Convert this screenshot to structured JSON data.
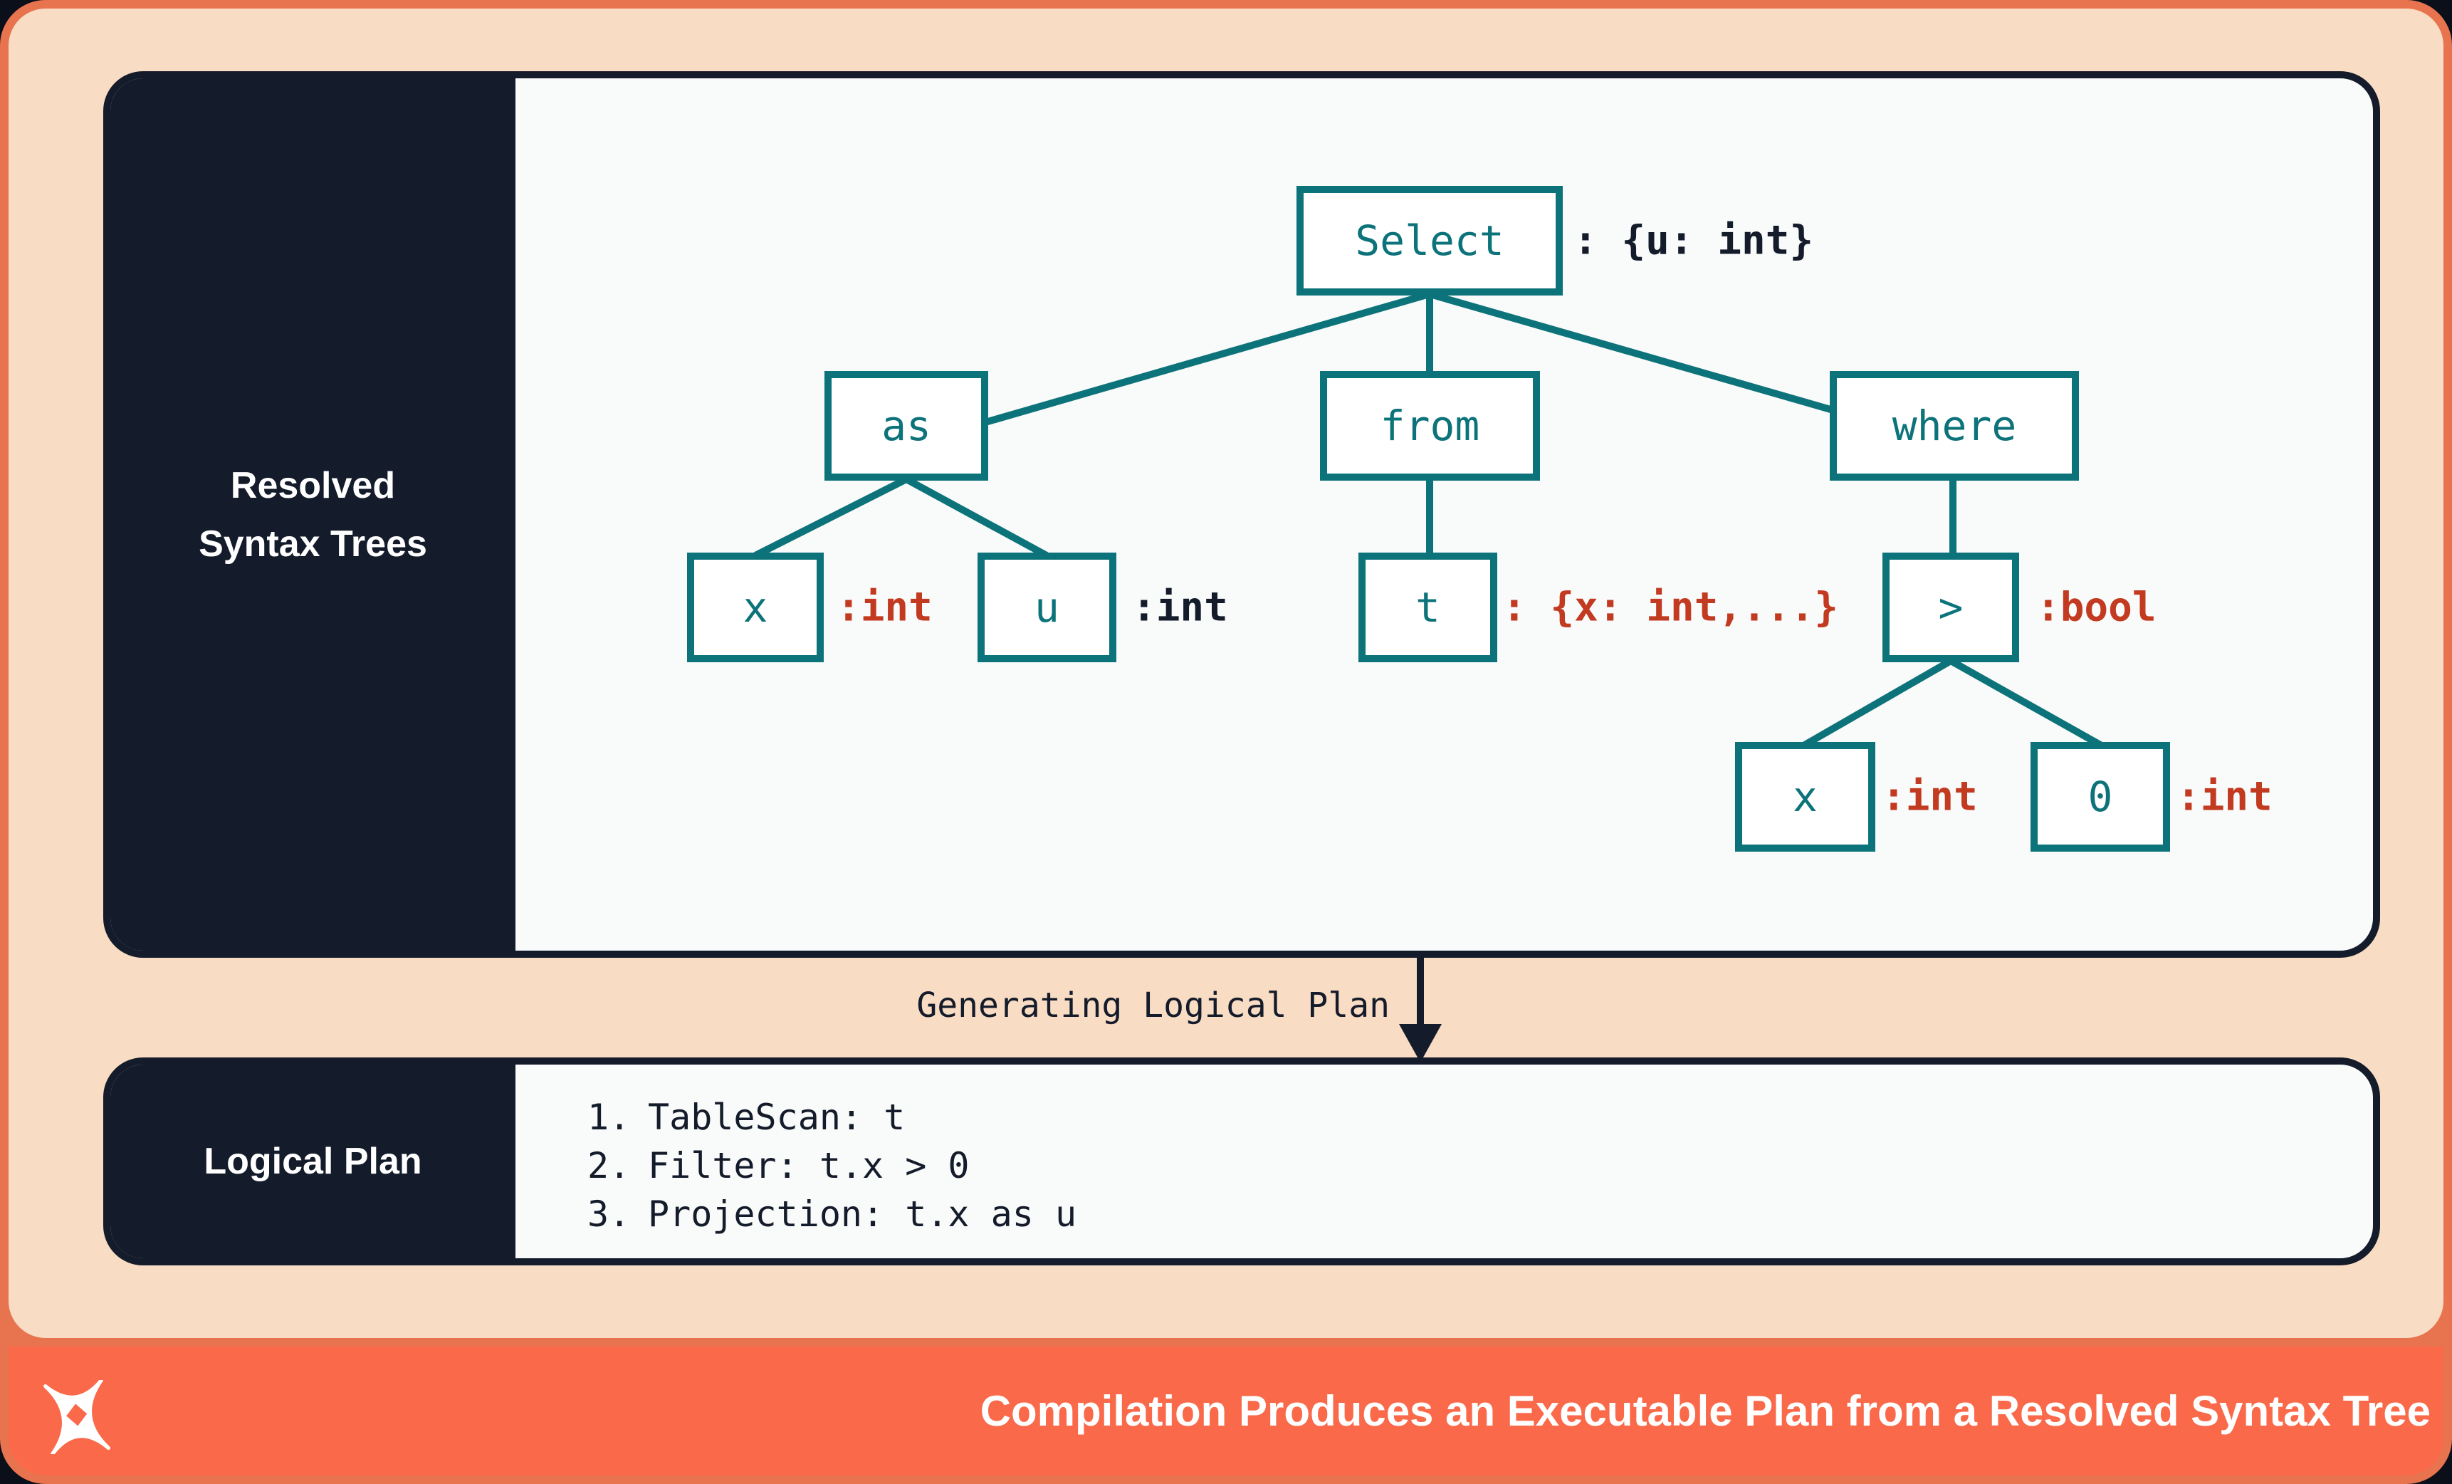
{
  "colors": {
    "frame_orange": "#e8734f",
    "footer_orange": "#f9694a",
    "peach": "#f8dcc3",
    "navy": "#141b2a",
    "content_bg": "#f9fafa",
    "teal": "#0d737a",
    "red": "#c23a20",
    "white": "#ffffff"
  },
  "resolved_panel": {
    "sidebar_title_line1": "Resolved",
    "sidebar_title_line2": "Syntax Trees",
    "tree_nodes": {
      "select": {
        "label": "Select",
        "type": ": {u: int}"
      },
      "as": {
        "label": "as"
      },
      "from": {
        "label": "from"
      },
      "where": {
        "label": "where"
      },
      "x_as": {
        "label": "x",
        "type": ":int"
      },
      "u_as": {
        "label": "u",
        "type": ":int"
      },
      "t_from": {
        "label": "t",
        "type": ": {x: int,...}"
      },
      "gt": {
        "label": ">",
        "type": ":bool"
      },
      "x_gt": {
        "label": "x",
        "type": ":int"
      },
      "zero_gt": {
        "label": "0",
        "type": ":int"
      }
    }
  },
  "transition": {
    "label": "Generating Logical Plan"
  },
  "logical_plan_panel": {
    "sidebar_title": "Logical Plan",
    "steps": [
      {
        "num": "1.",
        "text": "TableScan: t"
      },
      {
        "num": "2.",
        "text": "Filter: t.x > 0"
      },
      {
        "num": "3.",
        "text": "Projection: t.x as u"
      }
    ]
  },
  "footer": {
    "logo": "four-point-star-logo",
    "title": "Compilation Produces an Executable Plan from a Resolved Syntax Tree"
  }
}
